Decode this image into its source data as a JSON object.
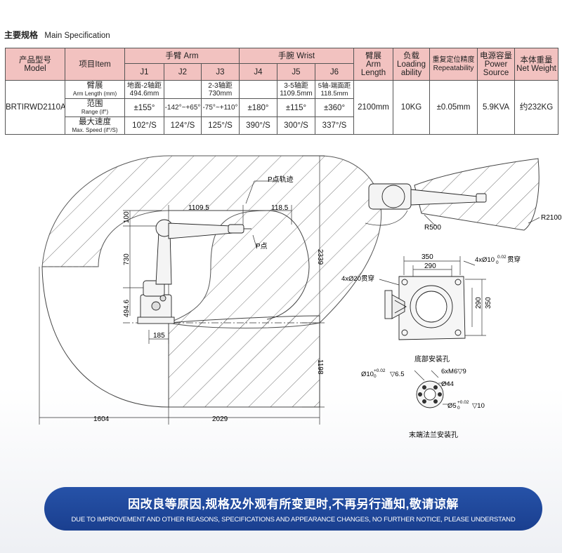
{
  "title": {
    "cn": "主要规格",
    "en": "Main Specification"
  },
  "table": {
    "h_model_cn": "产品型号",
    "h_model_en": "Model",
    "h_item": "项目Item",
    "h_arm": "手臂 Arm",
    "h_wrist": "手腕 Wrist",
    "joints": [
      "J1",
      "J2",
      "J3",
      "J4",
      "J5",
      "J6"
    ],
    "h_reach_cn": "臂展",
    "h_reach_en": "Arm Length",
    "h_load_cn": "负载",
    "h_load_en1": "Loading",
    "h_load_en2": "ability",
    "h_rep_cn": "重复定位精度",
    "h_rep_en": "Repeatability",
    "h_power_cn": "电源容量",
    "h_power_en1": "Power",
    "h_power_en2": "Source",
    "h_weight_cn": "本体重量",
    "h_weight_en": "Net Weight",
    "model": "BRTIRWD2110A",
    "row_len_cn": "臂展",
    "row_len_en": "Arm Length (mm)",
    "row_range_cn": "范围",
    "row_range_en": "Range (if°)",
    "row_speed_cn": "最大速度",
    "row_speed_en": "Max. Speed (if°/S)",
    "len": {
      "j1a": "地面-2轴距",
      "j1b": "494.6mm",
      "j3a": "2-3轴距",
      "j3b": "730mm",
      "j5a": "3-5轴距",
      "j5b": "1109.5mm",
      "j6a": "5轴-端面距",
      "j6b": "118.5mm"
    },
    "range": [
      "±155°",
      "-142°~+65°",
      "-75°~+110°",
      "±180°",
      "±115°",
      "±360°"
    ],
    "speed": [
      "102°/S",
      "124°/S",
      "125°/S",
      "390°/S",
      "300°/S",
      "337°/S"
    ],
    "reach": "2100mm",
    "load": "10KG",
    "repeat": "±0.05mm",
    "power": "5.9KVA",
    "weight": "约232KG"
  },
  "drawing": {
    "p_track": "P点轨迹",
    "p_point": "P点",
    "d1109": "1109.5",
    "d118": "118.5",
    "d100": "100",
    "d730": "730",
    "d494": "494.6",
    "d2339": "2339",
    "d185": "185",
    "d1198": "1198",
    "d1604": "1604",
    "d2029": "2029",
    "r500": "R500",
    "r2100": "R2100",
    "d350a": "350",
    "d290a": "290",
    "through_4x10": "4xØ10",
    "tol_4x10": "0.02",
    "tol_4x10_lo": "0",
    "through_cn": "贯穿",
    "through_4x20": "4xØ20贯穿",
    "d290b": "290",
    "d350b": "350",
    "base_label": "底部安装孔",
    "pin10": "Ø10",
    "pin10_tol": "+0.02",
    "pin10_lo": "0",
    "pin10_depth": "▽6.5",
    "m6": "6xM6▽9",
    "d44": "Ø44",
    "pin5": "Ø5",
    "pin5_tol": "+0.02",
    "pin5_lo": "0",
    "pin5_depth": "▽10",
    "flange_label": "末端法兰安装孔"
  },
  "banner": {
    "cn": "因改良等原因,规格及外观有所变更时,不再另行通知,敬请谅解",
    "en": "DUE TO IMPROVEMENT AND OTHER REASONS, SPECIFICATIONS AND APPEARANCE CHANGES, NO FURTHER NOTICE, PLEASE UNDERSTAND"
  }
}
